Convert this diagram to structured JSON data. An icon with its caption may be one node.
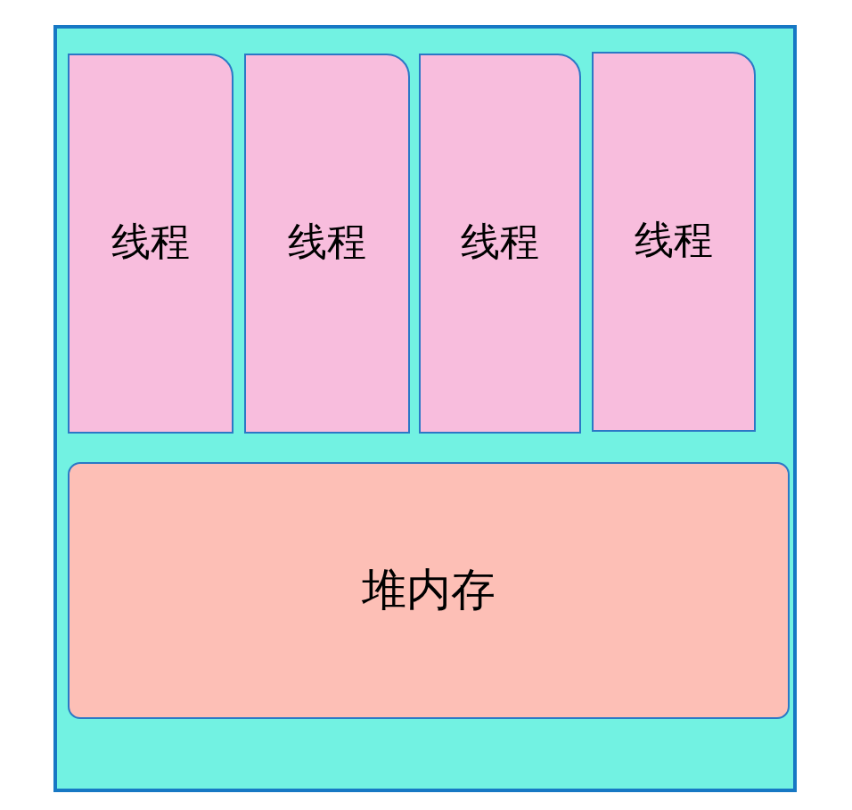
{
  "diagram": {
    "nodes": [
      {
        "text": [],
        "shape": "box"
      },
      {
        "text": [
          "线程"
        ],
        "in": 0
      },
      {
        "text": [
          "线程"
        ],
        "in": 0
      },
      {
        "text": [
          "线程"
        ],
        "in": 0
      },
      {
        "text": [
          "线程"
        ],
        "in": 0
      },
      {
        "text": [
          "堆内存"
        ],
        "in": 0
      }
    ]
  }
}
